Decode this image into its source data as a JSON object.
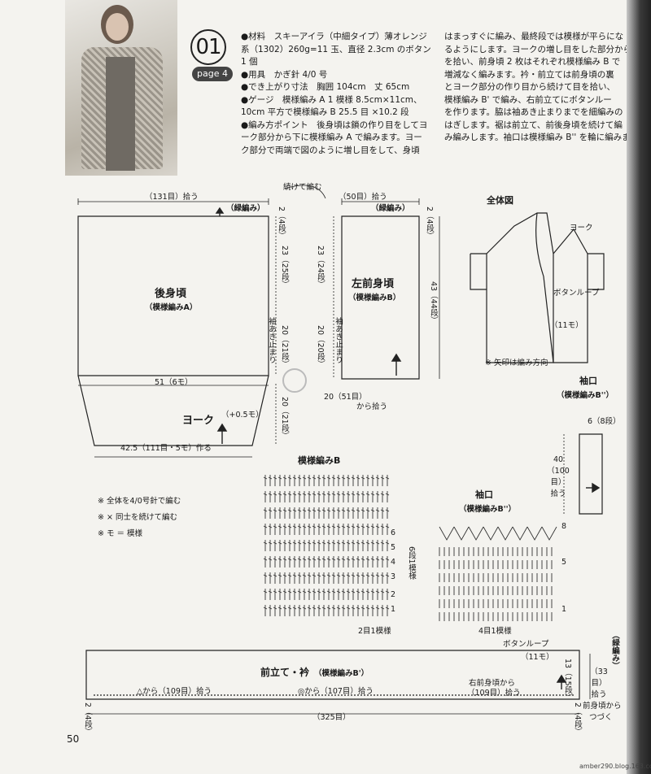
{
  "header": {
    "pattern_number": "01",
    "page_ref": "page 4"
  },
  "instructions_col1": [
    "●材料　スキーアイラ（中細タイプ）薄オレンジ",
    "系（1302）260g=11 玉、直径 2.3cm のボタン",
    "1 個",
    "●用具　かぎ針 4/0 号",
    "●でき上がり寸法　胸囲 104cm　丈 65cm",
    "●ゲージ　模様編み A 1 模様 8.5cm×11cm、",
    "10cm 平方で模様編み B 25.5 目 ×10.2 段",
    "●編み方ポイント　後身頃は鎖の作り目をしてヨ",
    "ーク部分から下に模様編み A で編みます。ヨー",
    "ク部分で両端で図のように増し目をして、身頃"
  ],
  "instructions_col2": [
    "はまっすぐに編み、最終段では模様が平らにな",
    "るようにします。ヨークの増し目をした部分から",
    "を拾い、前身頃 2 枚はそれぞれ模様編み B で",
    "増減なく編みます。衿・前立ては前身頃の裏",
    "とヨーク部分の作り目から続けて目を拾い、",
    "模様編み B' で編み、右前立てにボタンルー",
    "を作ります。脇は袖あき止まりまでを細編みの",
    "はぎします。裾は前立て、前後身頃を続けて編",
    "み編みします。袖口は模様編み B'' を輪に編みます"
  ],
  "back_body": {
    "pick_up": "（131目）拾う",
    "edge": "（緑編み）",
    "title": "後身頃",
    "subtitle": "（模様編みA）",
    "width": "51（6モ）",
    "yoke": "ヨーク",
    "yoke_inc": "（+0.5モ）",
    "bottom": "42.5（111目・5モ）作る",
    "side_rows_top": "2（4段）",
    "side_23": "23（25段）",
    "sleeve_opening": "袖あき止まり",
    "side_20": "20（21段）",
    "yoke_20": "20（21段）"
  },
  "continue_note": "続けて編む",
  "front_body": {
    "pick_up": "（50目）拾う",
    "edge": "（緑編み）",
    "title": "左前身頃",
    "subtitle": "（模様編みB）",
    "side_rows_top": "2（4段）",
    "side_23": "23（24段）",
    "sleeve_opening": "袖あき止まり",
    "side_20": "20（20段）",
    "total": "43（44段）",
    "bottom": "20（51目）",
    "bottom_note": "から拾う"
  },
  "overall": {
    "title": "全体図",
    "yoke": "ヨーク",
    "button_loop": "ボタンループ",
    "loop_count": "（11モ）",
    "note": "※ 矢印は編み方向"
  },
  "cuff_diagram": {
    "title": "袖口",
    "subtitle": "（模様編みB''）",
    "rows": "6（8段）",
    "length": "40（100目）拾う"
  },
  "notes": [
    "※ 全体を4/0号針で編む",
    "※ × 同士を続けて編む",
    "※ モ ＝ 模様"
  ],
  "pattern_b": {
    "title": "模様編みB",
    "repeat": "6段1模様",
    "stitch_repeat": "2目1模様",
    "row_marks": [
      "6",
      "5",
      "4",
      "3",
      "2",
      "1"
    ]
  },
  "pattern_b2": {
    "title": "袖口",
    "subtitle": "（模様編みB''）",
    "stitch_repeat": "4目1模様",
    "row_marks": [
      "8",
      "5",
      "1"
    ]
  },
  "front_band": {
    "title": "前立て・衿",
    "subtitle": "（模様編みB'）",
    "button_loop": "ボタンループ",
    "loop_count": "（11モ）",
    "pick_a": "△から（109目）拾う",
    "pick_b": "◎から（107目）拾う",
    "pick_c": "右前身頃から",
    "pick_c2": "（109目）拾う",
    "total": "（325目）",
    "height": "13（15段）",
    "edge": "（緑編み）",
    "count33": "（33目）拾う",
    "from_front": "前身頃から",
    "continues": "つづく",
    "left_rows": "2（4段）",
    "right_rows": "2（4段）"
  },
  "page_number": "50",
  "watermark": "amber290.blog.163.com"
}
